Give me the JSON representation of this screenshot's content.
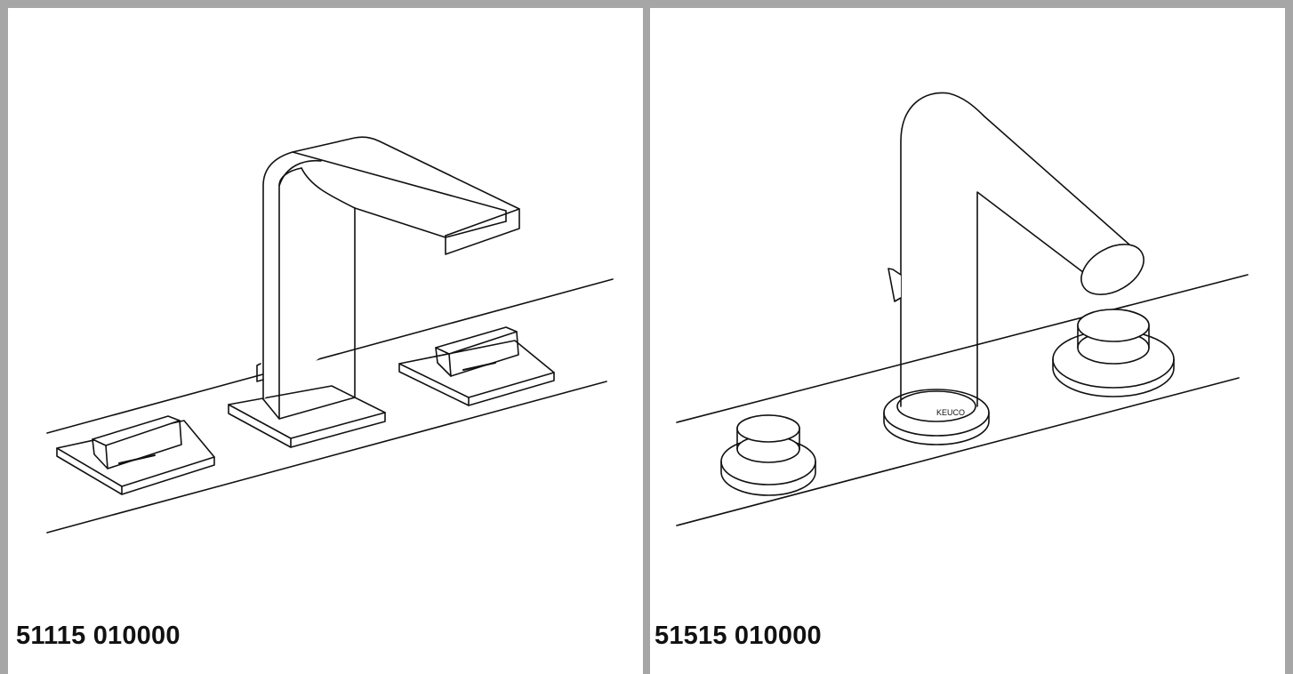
{
  "panels": [
    {
      "article_number": "51115 010000",
      "drawing": "three-hole-basin-mixer-square-handles"
    },
    {
      "article_number": "51515 010000",
      "drawing": "three-hole-basin-mixer-round-knobs",
      "brand_mark": "KEUCO"
    }
  ],
  "colors": {
    "frame": "#a6a6a6",
    "line": "#111111",
    "background": "#ffffff"
  }
}
